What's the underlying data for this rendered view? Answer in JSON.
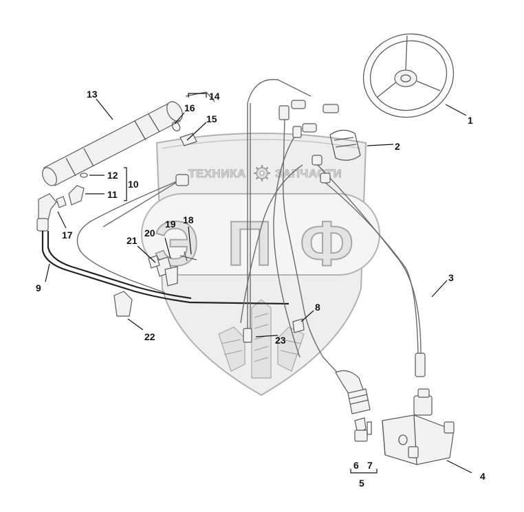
{
  "watermark": {
    "left_word": "ТЕХНИКА",
    "right_word": "ЗАПЧАСТИ",
    "letters": [
      "Э",
      "П",
      "Ф"
    ],
    "gear_icon": "gear-icon"
  },
  "callouts": [
    "1",
    "2",
    "3",
    "4",
    "5",
    "6",
    "7",
    "8",
    "9",
    "10",
    "11",
    "12",
    "13",
    "14",
    "15",
    "16",
    "17",
    "18",
    "19",
    "20",
    "21",
    "22",
    "23"
  ],
  "colors": {
    "watermark_fill": "#e4e4e4",
    "watermark_stroke": "#a6a6a6",
    "line": "#5a5a5a",
    "label": "#111111"
  }
}
